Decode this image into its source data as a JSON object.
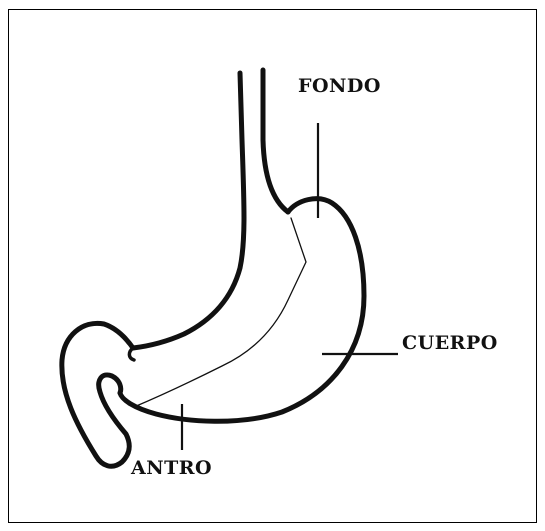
{
  "labels": {
    "fondo": "FONDO",
    "cuerpo": "CUERPO",
    "antro": "ANTRO"
  },
  "colors": {
    "ink": "#111111",
    "background": "#ffffff"
  }
}
